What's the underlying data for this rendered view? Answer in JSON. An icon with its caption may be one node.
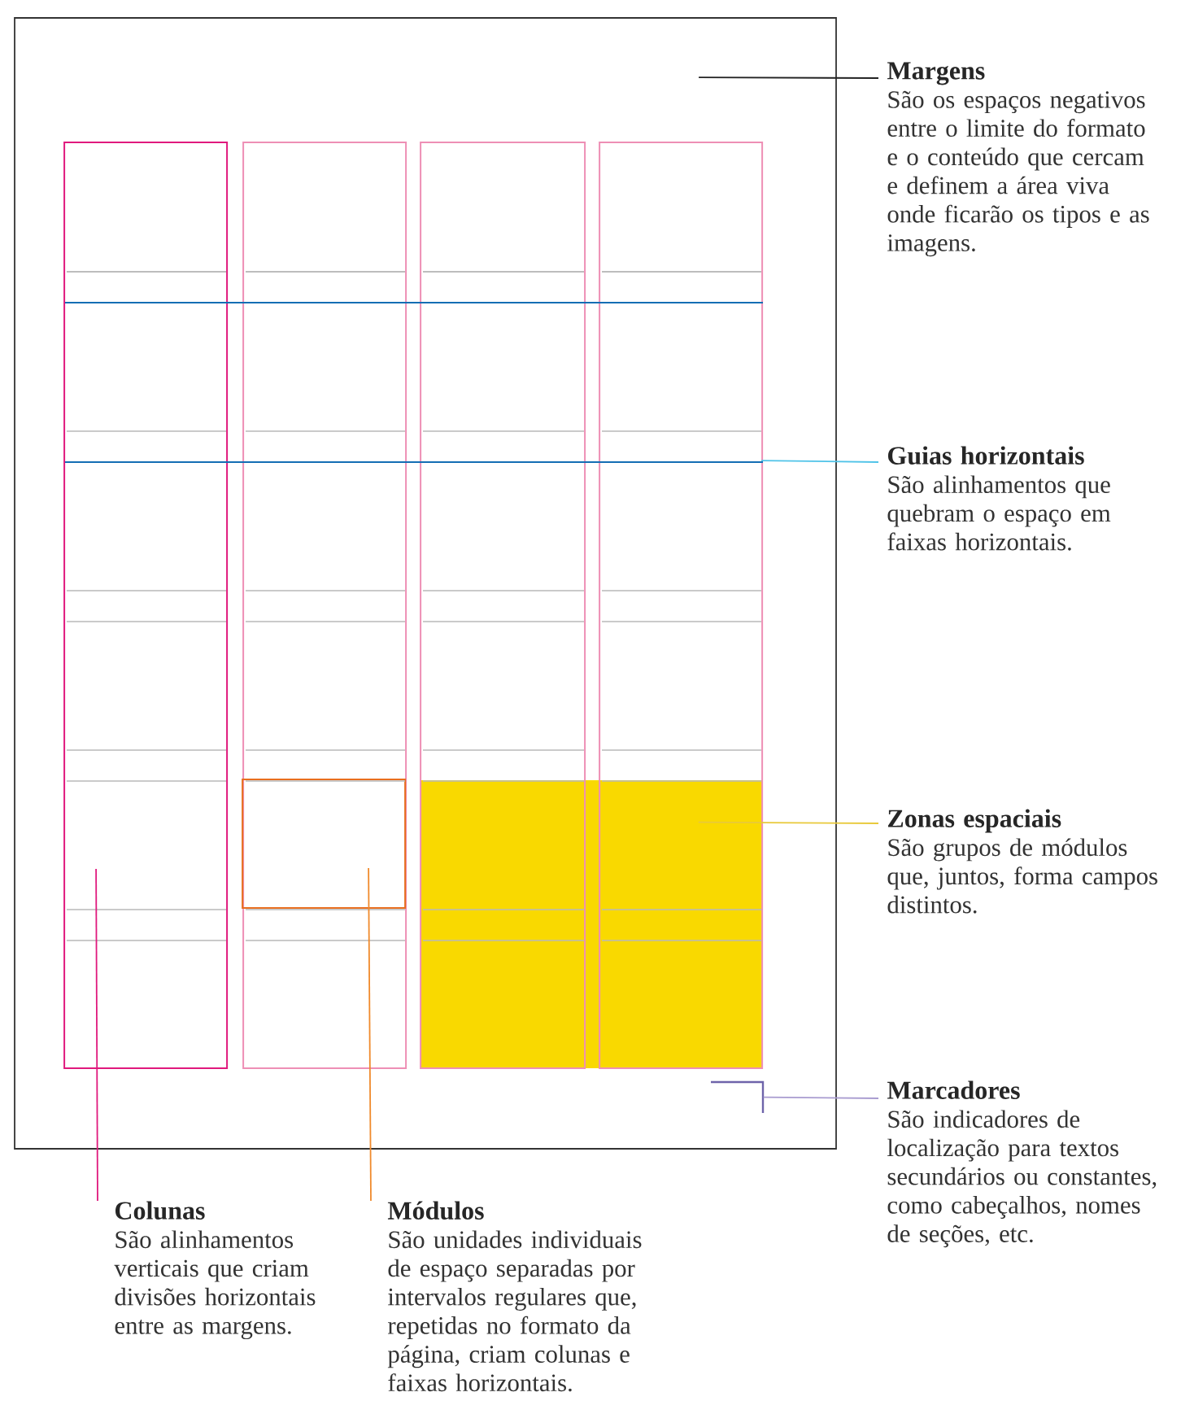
{
  "diagram": {
    "nodes": [
      {
        "text": [
          "Margens",
          "São os espaços negativos entre o limite do formato e o conteúdo que cercam e definem a área viva onde ficarão os tipos e as imagens."
        ]
      },
      {
        "text": [
          "Guias horizontais",
          "São alinhamentos que quebram o espaço em faixas horizontais."
        ]
      },
      {
        "text": [
          "Zonas espaciais",
          "São grupos de módulos que, juntos, forma campos distintos."
        ]
      },
      {
        "text": [
          "Marcadores",
          "São indicadores de localização para textos secundários ou constantes, como cabeçalhos, nomes de seções, etc."
        ]
      },
      {
        "text": [
          "Colunas",
          "São alinhamentos verticais que criam divisões horizontais entre as margens."
        ]
      },
      {
        "text": [
          "Módulos",
          "São unidades individuais de espaço separadas por intervalos regulares que, repetidas no formato da página, criam colunas e faixas horizontais."
        ]
      },
      {
        "text": [],
        "shape": "box"
      },
      {
        "text": [],
        "shape": "box",
        "in": 6
      },
      {
        "text": [],
        "shape": "box",
        "in": 6
      },
      {
        "text": [],
        "shape": "box",
        "in": 6
      },
      {
        "text": [],
        "shape": "box",
        "in": 6
      },
      {
        "text": [],
        "shape": "box",
        "in": 8
      },
      {
        "text": [],
        "shape": "box",
        "in": 6
      },
      {
        "text": [],
        "shape": "bracket",
        "in": 6
      }
    ],
    "edges": [
      {
        "from": 0,
        "to": 6,
        "arrow": "none"
      },
      {
        "from": 1,
        "to": 10,
        "arrow": "none",
        "color": "#4fc3e8"
      },
      {
        "from": 2,
        "to": 12,
        "arrow": "none",
        "color": "#e8c93a"
      },
      {
        "from": 3,
        "to": 13,
        "arrow": "none",
        "color": "#a99cd0"
      },
      {
        "from": 4,
        "to": 7,
        "arrow": "none",
        "color": "#e0197d"
      },
      {
        "from": 5,
        "to": 11,
        "arrow": "none",
        "color": "#f08a2c"
      }
    ]
  }
}
